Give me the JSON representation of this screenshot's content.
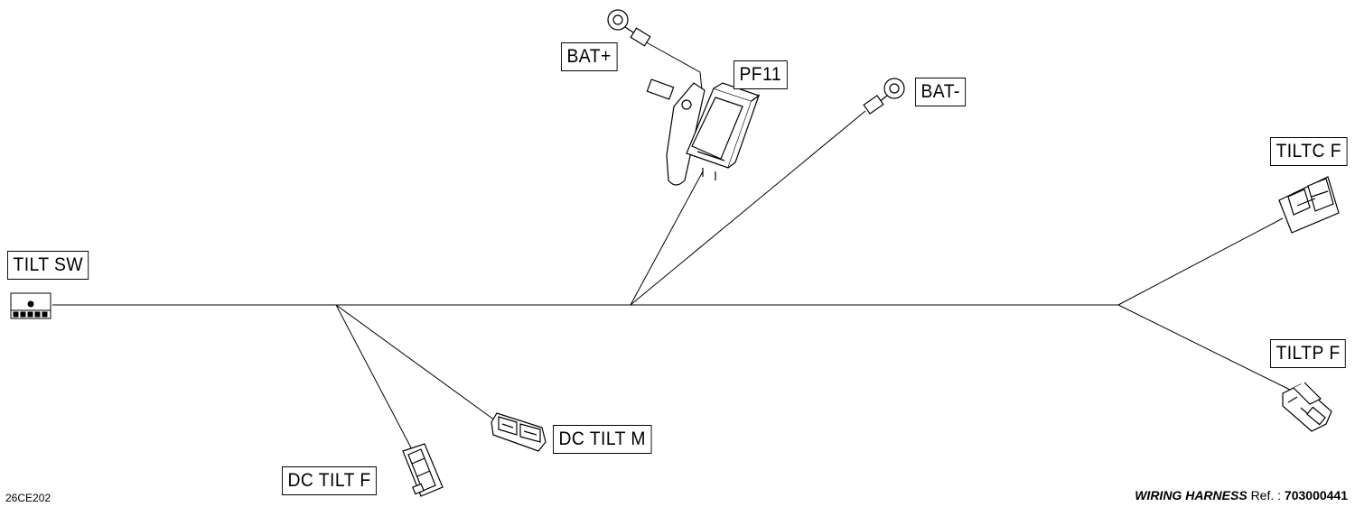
{
  "diagram": {
    "labels": {
      "bat_plus": "BAT+",
      "pf11": "PF11",
      "bat_minus": "BAT-",
      "tiltc_f": "TILTC F",
      "tilt_sw": "TILT SW",
      "tiltp_f": "TILTP F",
      "dc_tilt_m": "DC TILT M",
      "dc_tilt_f": "DC TILT F"
    }
  },
  "footer": {
    "code": "26CE202",
    "title": "WIRING HARNESS",
    "ref_label": "Ref. :",
    "ref_number": "703000441"
  }
}
